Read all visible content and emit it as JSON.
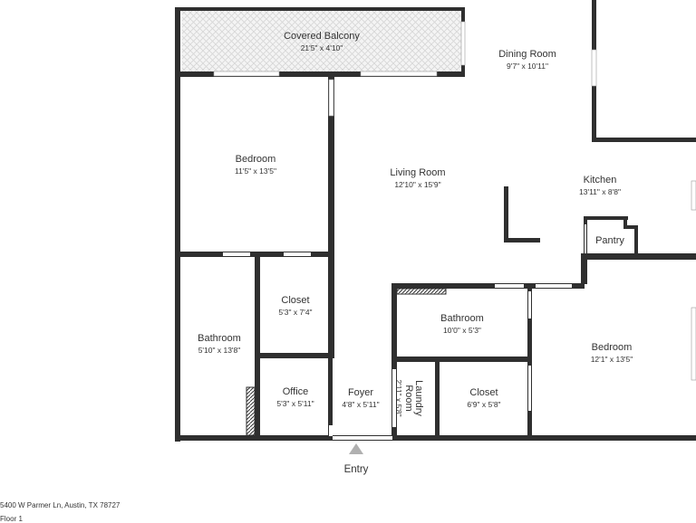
{
  "rooms": {
    "balcony": {
      "name": "Covered Balcony",
      "dims": "21'5\" x 4'10\""
    },
    "dining": {
      "name": "Dining Room",
      "dims": "9'7\" x 10'11\""
    },
    "bedroom1": {
      "name": "Bedroom",
      "dims": "11'5\" x 13'5\""
    },
    "living": {
      "name": "Living Room",
      "dims": "12'10\" x 15'9\""
    },
    "kitchen": {
      "name": "Kitchen",
      "dims": "13'11\" x 8'8\""
    },
    "pantry": {
      "name": "Pantry"
    },
    "closet1": {
      "name": "Closet",
      "dims": "5'3\" x 7'4\""
    },
    "bath1": {
      "name": "Bathroom",
      "dims": "5'10\" x 13'8\""
    },
    "bath2": {
      "name": "Bathroom",
      "dims": "10'0\" x 5'3\""
    },
    "bedroom2": {
      "name": "Bedroom",
      "dims": "12'1\" x 13'5\""
    },
    "office": {
      "name": "Office",
      "dims": "5'3\" x 5'11\""
    },
    "foyer": {
      "name": "Foyer",
      "dims": "4'8\" x 5'11\""
    },
    "laundry": {
      "name": "Laundry",
      "name2": "Room",
      "dims": "2'11\" x 5'8\""
    },
    "closet2": {
      "name": "Closet",
      "dims": "6'9\" x 5'8\""
    }
  },
  "entry_label": "Entry",
  "footer": {
    "address": "5400 W Parmer Ln, Austin, TX 78727",
    "floor": "Floor 1"
  },
  "colors": {
    "wall": "#2f2f2f",
    "text": "#333333",
    "entry_arrow": "#b0b0b0",
    "balcony_hatch": "#dcdcdc"
  }
}
